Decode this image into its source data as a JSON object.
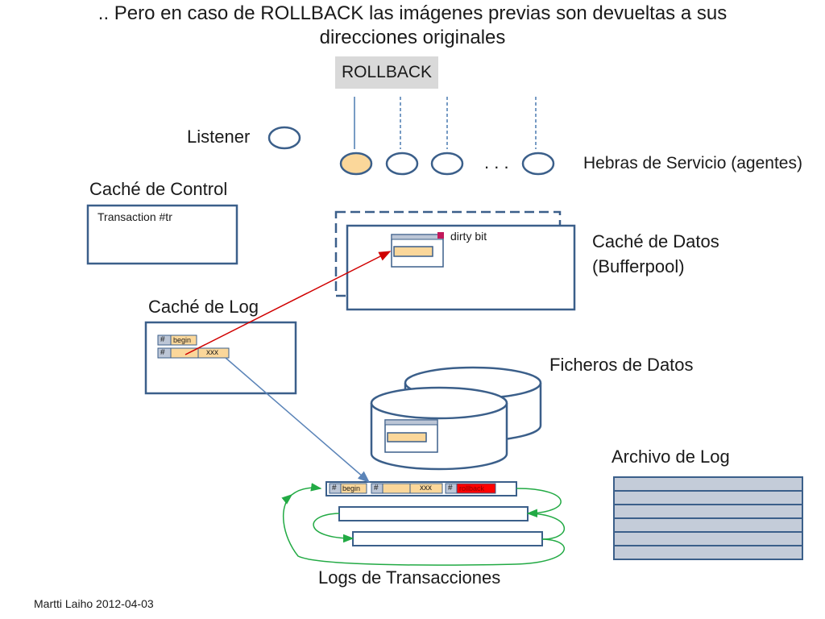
{
  "title_line1": ".. Pero en caso de ROLLBACK las imágenes previas son devueltas a sus",
  "title_line2": "direcciones originales",
  "rollback_label": "ROLLBACK",
  "listener_label": "Listener",
  "service_threads_label": "Hebras de Servicio (agentes)",
  "ellipsis": ". . .",
  "control_cache_label": "Caché de Control",
  "transaction_text": "Transaction #tr",
  "data_cache_label_line1": "Caché de Datos",
  "data_cache_label_line2": "(Bufferpool)",
  "dirty_bit_label": "dirty bit",
  "log_cache_label": "Caché de Log",
  "log_cache_rows": [
    {
      "hash": "#",
      "text": "begin"
    },
    {
      "hash": "#",
      "text": "xxx"
    }
  ],
  "data_files_label": "Ficheros de Datos",
  "log_archive_label": "Archivo de Log",
  "transaction_log_records": [
    {
      "hash": "#",
      "text": "begin"
    },
    {
      "hash": "#",
      "text": ""
    },
    {
      "hash": "",
      "text": "xxx"
    },
    {
      "hash": "#",
      "text": "rollback"
    }
  ],
  "transaction_logs_label": "Logs de Transacciones",
  "author": "Martti Laiho 2012-04-03",
  "colors": {
    "box_stroke": "#3b5f8a",
    "highlight_fill": "#fbd79a",
    "record_header": "#bcc6d6",
    "rollback_red": "#ff0000",
    "arrow_red": "#d00000",
    "arrow_blue": "#5b84b8",
    "loop_green": "#22aa44",
    "archive_fill": "#c4ccd9",
    "button_gray": "#d9d9d9"
  }
}
